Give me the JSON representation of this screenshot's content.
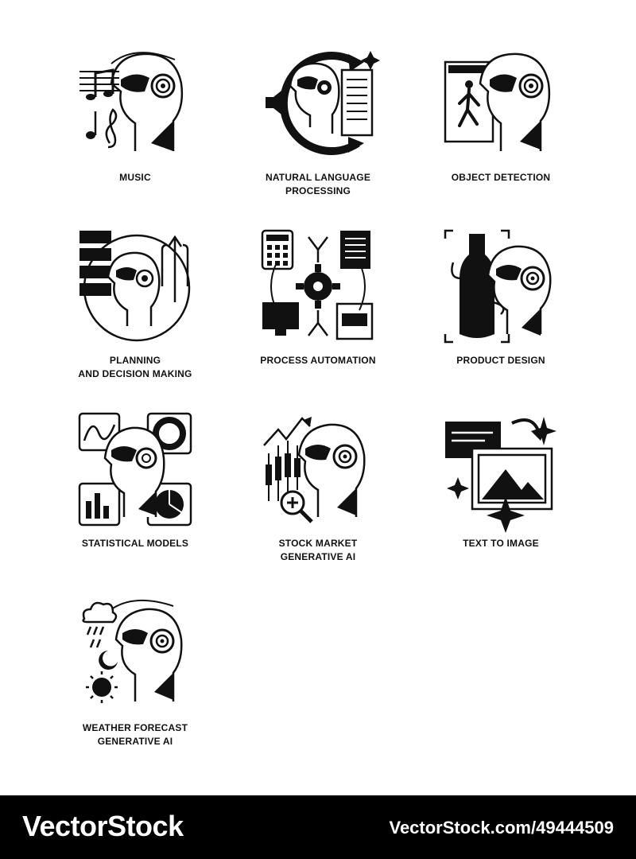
{
  "icons": [
    {
      "name": "music",
      "lines": [
        "MUSIC"
      ]
    },
    {
      "name": "natural-language-processing",
      "lines": [
        "NATURAL LANGUAGE",
        "PROCESSING"
      ]
    },
    {
      "name": "object-detection",
      "lines": [
        "OBJECT DETECTION"
      ]
    },
    {
      "name": "planning-and-decision-making",
      "lines": [
        "PLANNING",
        "AND DECISION MAKING"
      ]
    },
    {
      "name": "process-automation",
      "lines": [
        "PROCESS AUTOMATION"
      ]
    },
    {
      "name": "product-design",
      "lines": [
        "PRODUCT DESIGN"
      ]
    },
    {
      "name": "statistical-models",
      "lines": [
        "STATISTICAL MODELS"
      ]
    },
    {
      "name": "stock-market-generative-ai",
      "lines": [
        "STOCK MARKET",
        "GENERATIVE AI"
      ]
    },
    {
      "name": "text-to-image",
      "lines": [
        "TEXT TO IMAGE"
      ]
    },
    {
      "name": "weather-forecast-generative-ai",
      "lines": [
        "WEATHER FORECAST",
        "GENERATIVE AI"
      ]
    }
  ],
  "footer": {
    "brand": "VectorStock",
    "image_id": "VectorStock.com/49444509",
    "background": "#000000",
    "text_color": "#ffffff"
  },
  "colors": {
    "ink": "#111111",
    "paper": "#ffffff"
  }
}
